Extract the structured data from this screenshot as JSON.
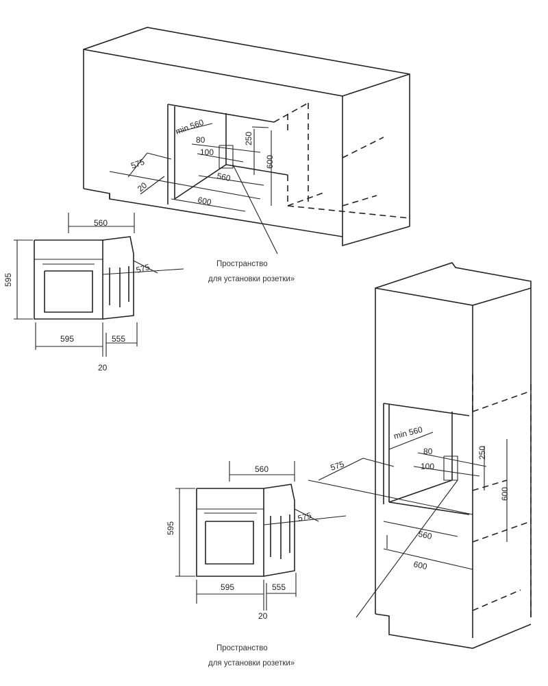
{
  "top_install": {
    "dims": {
      "min_width": "min 560",
      "socket_w": "80",
      "socket_h": "100",
      "top_gap": "250",
      "niche_h": "600",
      "depth": "575",
      "front_gap": "20",
      "inner_w": "560",
      "outer_w": "600"
    },
    "caption_line1": "Пространство",
    "caption_line2": "для установки розетки»"
  },
  "oven_1": {
    "width_top": "560",
    "height": "595",
    "depth": "575",
    "front_w": "595",
    "body_depth": "555",
    "door": "20"
  },
  "bottom_install": {
    "dims": {
      "min_width": "min 560",
      "socket_w": "80",
      "socket_h": "100",
      "top_gap": "250",
      "niche_h": "600",
      "depth": "575",
      "inner_w": "560",
      "outer_w": "600"
    },
    "caption_line1": "Пространство",
    "caption_line2": "для установки розетки»"
  },
  "oven_2": {
    "width_top": "560",
    "height": "595",
    "depth": "575",
    "front_w": "595",
    "body_depth": "555",
    "door": "20"
  }
}
